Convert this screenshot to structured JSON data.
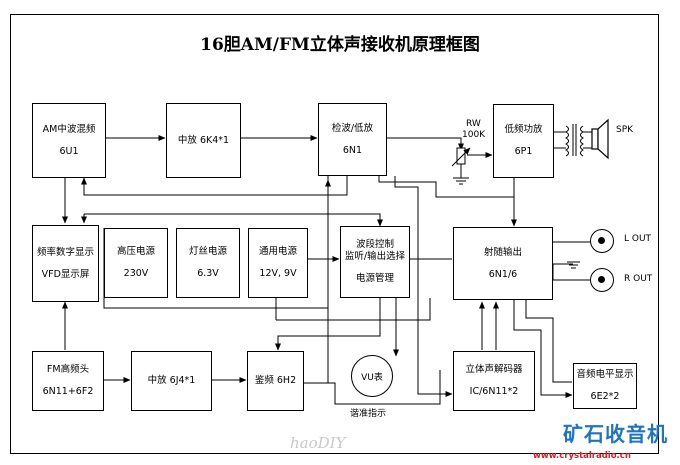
{
  "title": "16胆AM/FM立体声接收机原理框图",
  "blocks": {
    "am_mixer": [
      "AM中波混频",
      "6U1"
    ],
    "if_amp_am": [
      "中放 6K4*1"
    ],
    "detector": [
      "检波/低放",
      "6N1"
    ],
    "power_amp": [
      "低频功放",
      "6P1"
    ],
    "freq_display": [
      "频率数字显示",
      "VFD显示屏"
    ],
    "hv_supply": [
      "高压电源",
      "230V"
    ],
    "filament_supply": [
      "灯丝电源",
      "6.3V"
    ],
    "general_supply": [
      "通用电源",
      "12V, 9V"
    ],
    "band_control": [
      "波段控制",
      "监听/输出选择",
      "电源管理"
    ],
    "follower": [
      "射随输出",
      "6N1/6"
    ],
    "fm_head": [
      "FM高频头",
      "6N11+6F2"
    ],
    "if_amp_fm": [
      "中放 6J4*1"
    ],
    "fm_detector": [
      "鉴频 6H2"
    ],
    "stereo_decoder": [
      "立体声解码器",
      "IC/6N11*2"
    ],
    "level_display": [
      "音频电平显示",
      "6E2*2"
    ]
  },
  "labels": {
    "rw": "RW",
    "rw_value": "100K",
    "spk": "SPK",
    "l_out": "L OUT",
    "r_out": "R OUT",
    "vu_meter": "VU表",
    "tuning_indicator": "谐准指示"
  },
  "watermarks": {
    "haodiy": "haoDIY",
    "crystal_cn": "矿石收音机",
    "crystal_url": "www.crystalradio.cn"
  }
}
